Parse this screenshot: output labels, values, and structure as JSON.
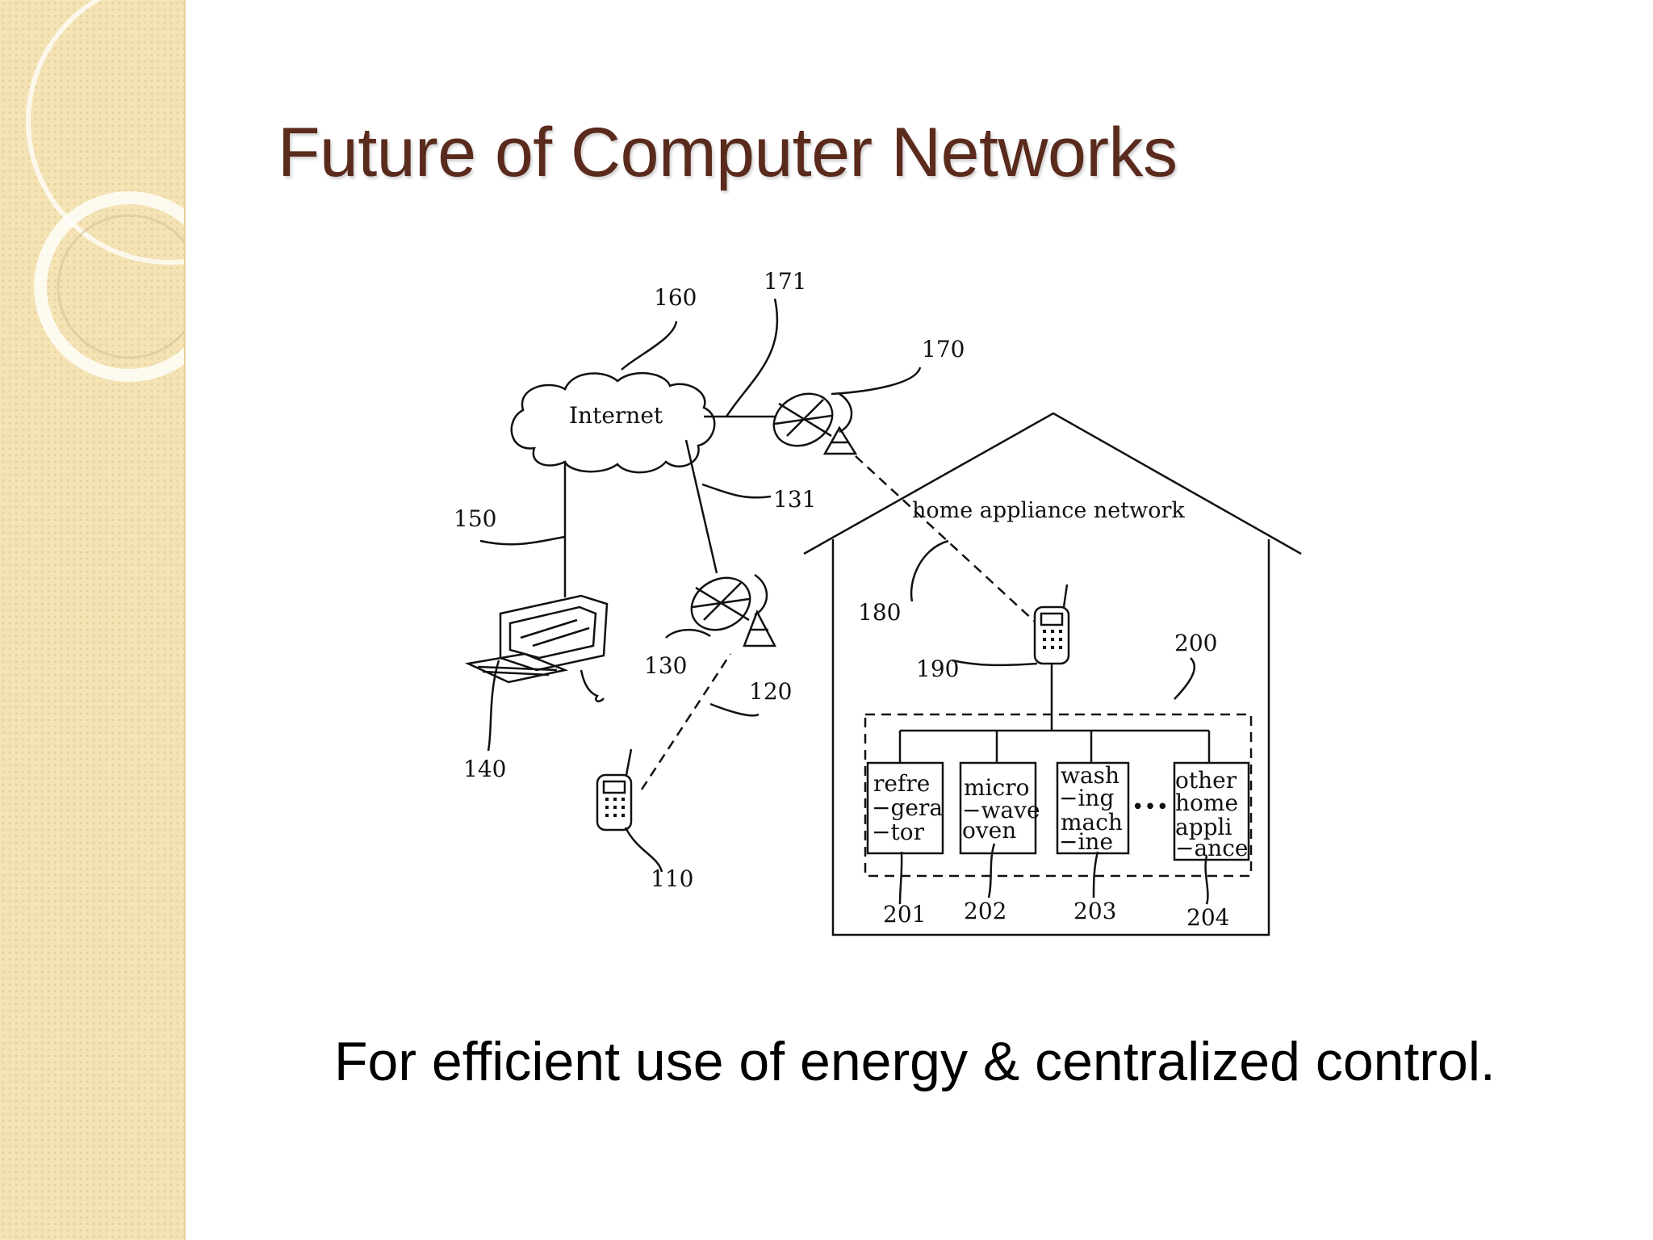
{
  "slide": {
    "title": "Future of Computer Networks",
    "caption": "For efficient use of energy & centralized control."
  },
  "colors": {
    "title": "#5a2a1c",
    "side_band": "#f4e3b4"
  },
  "diagram": {
    "internet_label": "Internet",
    "home_label": "home appliance network",
    "ellipsis": "•••",
    "ref_labels": {
      "r160": "160",
      "r171": "171",
      "r170": "170",
      "r131": "131",
      "r150": "150",
      "r180": "180",
      "r130": "130",
      "r120": "120",
      "r190": "190",
      "r200": "200",
      "r140": "140",
      "r110": "110",
      "r201": "201",
      "r202": "202",
      "r203": "203",
      "r204": "204"
    },
    "appliances": [
      {
        "lines": [
          "refre",
          "−gera",
          "−tor"
        ]
      },
      {
        "lines": [
          "micro",
          "−wave",
          "oven"
        ]
      },
      {
        "lines": [
          "wash",
          "−ing",
          "mach",
          "−ine"
        ]
      },
      {
        "lines": [
          "other",
          "home",
          "appli",
          "−ance"
        ]
      }
    ]
  }
}
